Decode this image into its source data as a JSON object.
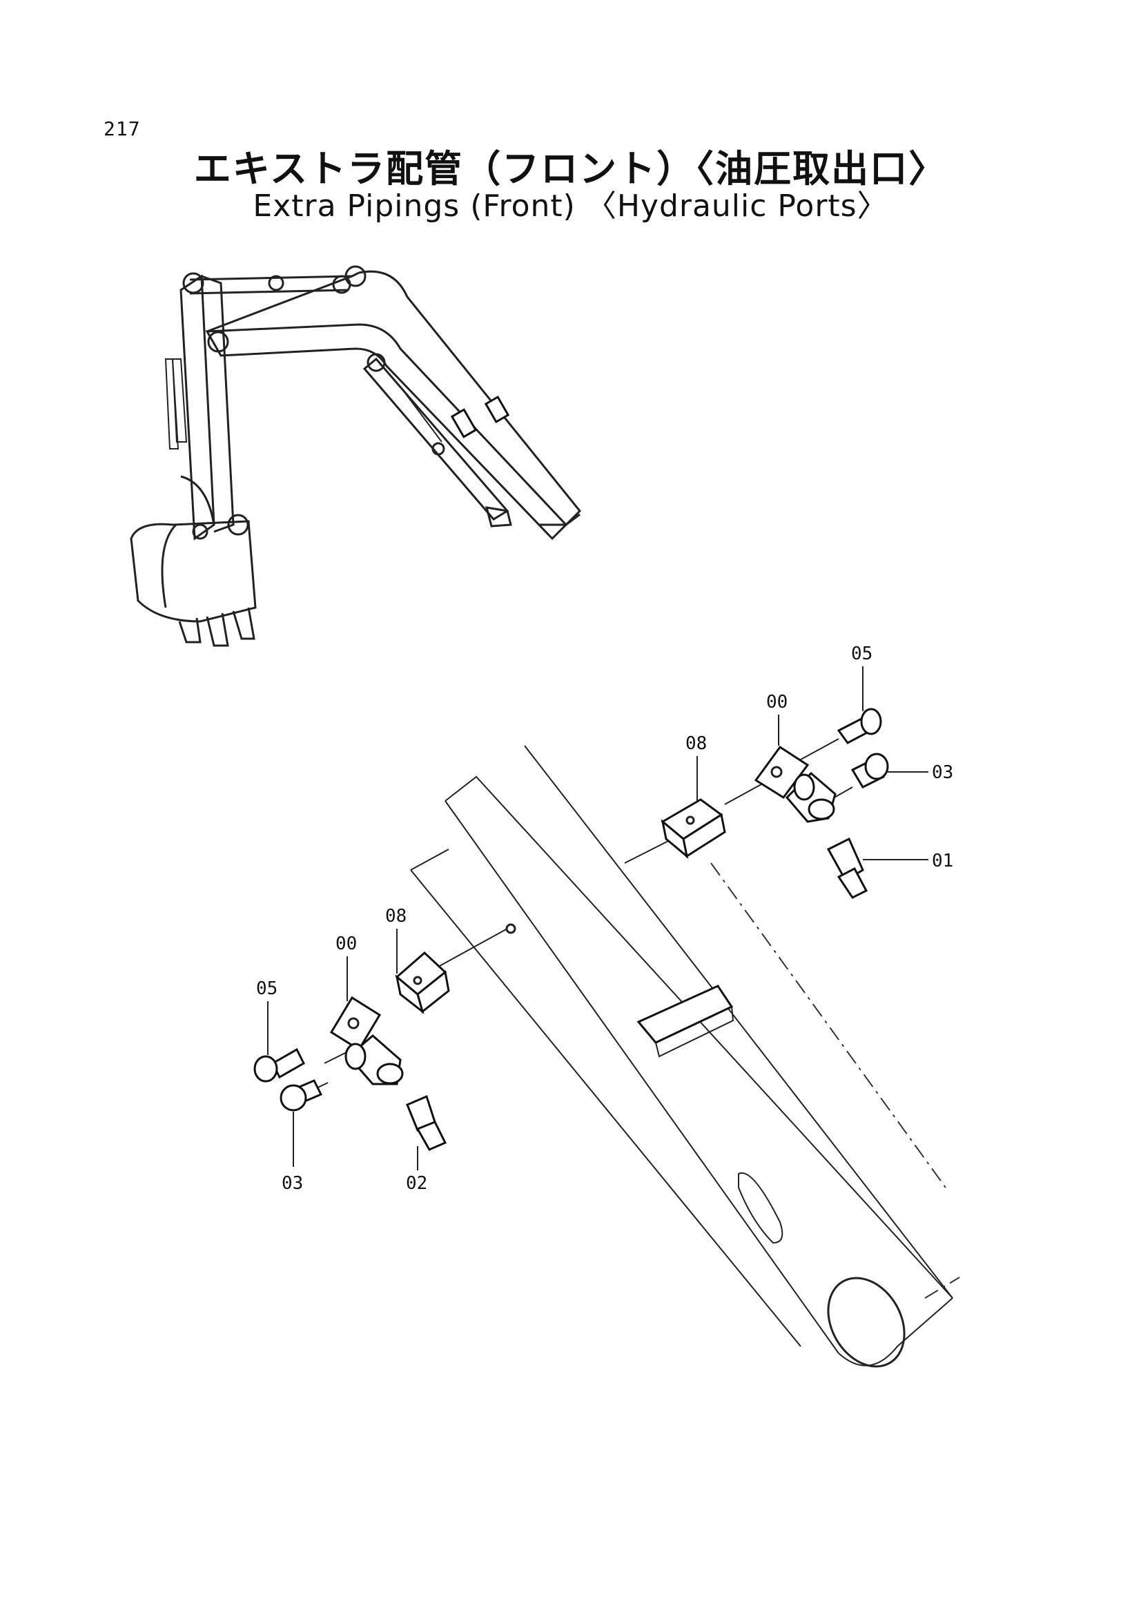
{
  "header": {
    "page_number": "217",
    "title_jp": "エキストラ配管（フロント）〈油圧取出口〉",
    "title_en": "Extra Pipings (Front) 〈Hydraulic Ports〉"
  },
  "callouts": {
    "upper": {
      "part_05": "05",
      "part_00": "00",
      "part_08": "08",
      "part_03": "03",
      "part_01": "01"
    },
    "lower": {
      "part_08": "08",
      "part_00": "00",
      "part_05": "05",
      "part_03": "03",
      "part_02": "02"
    }
  }
}
